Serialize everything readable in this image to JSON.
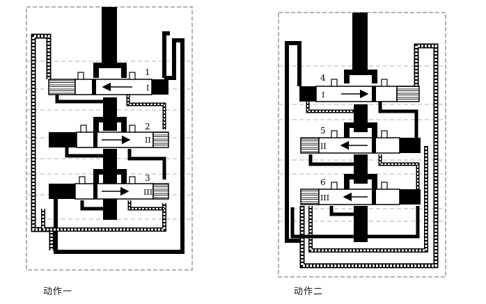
{
  "captions": {
    "left": "动作一",
    "right": "动作二"
  },
  "panels": [
    {
      "valves": [
        {
          "number": "1",
          "roman": "I",
          "arrow": "left"
        },
        {
          "number": "2",
          "roman": "II",
          "arrow": "right"
        },
        {
          "number": "3",
          "roman": "III",
          "arrow": "right"
        }
      ]
    },
    {
      "valves": [
        {
          "number": "4",
          "roman": "I",
          "arrow": "right"
        },
        {
          "number": "5",
          "roman": "II",
          "arrow": "left"
        },
        {
          "number": "6",
          "roman": "III",
          "arrow": "left"
        }
      ]
    }
  ]
}
